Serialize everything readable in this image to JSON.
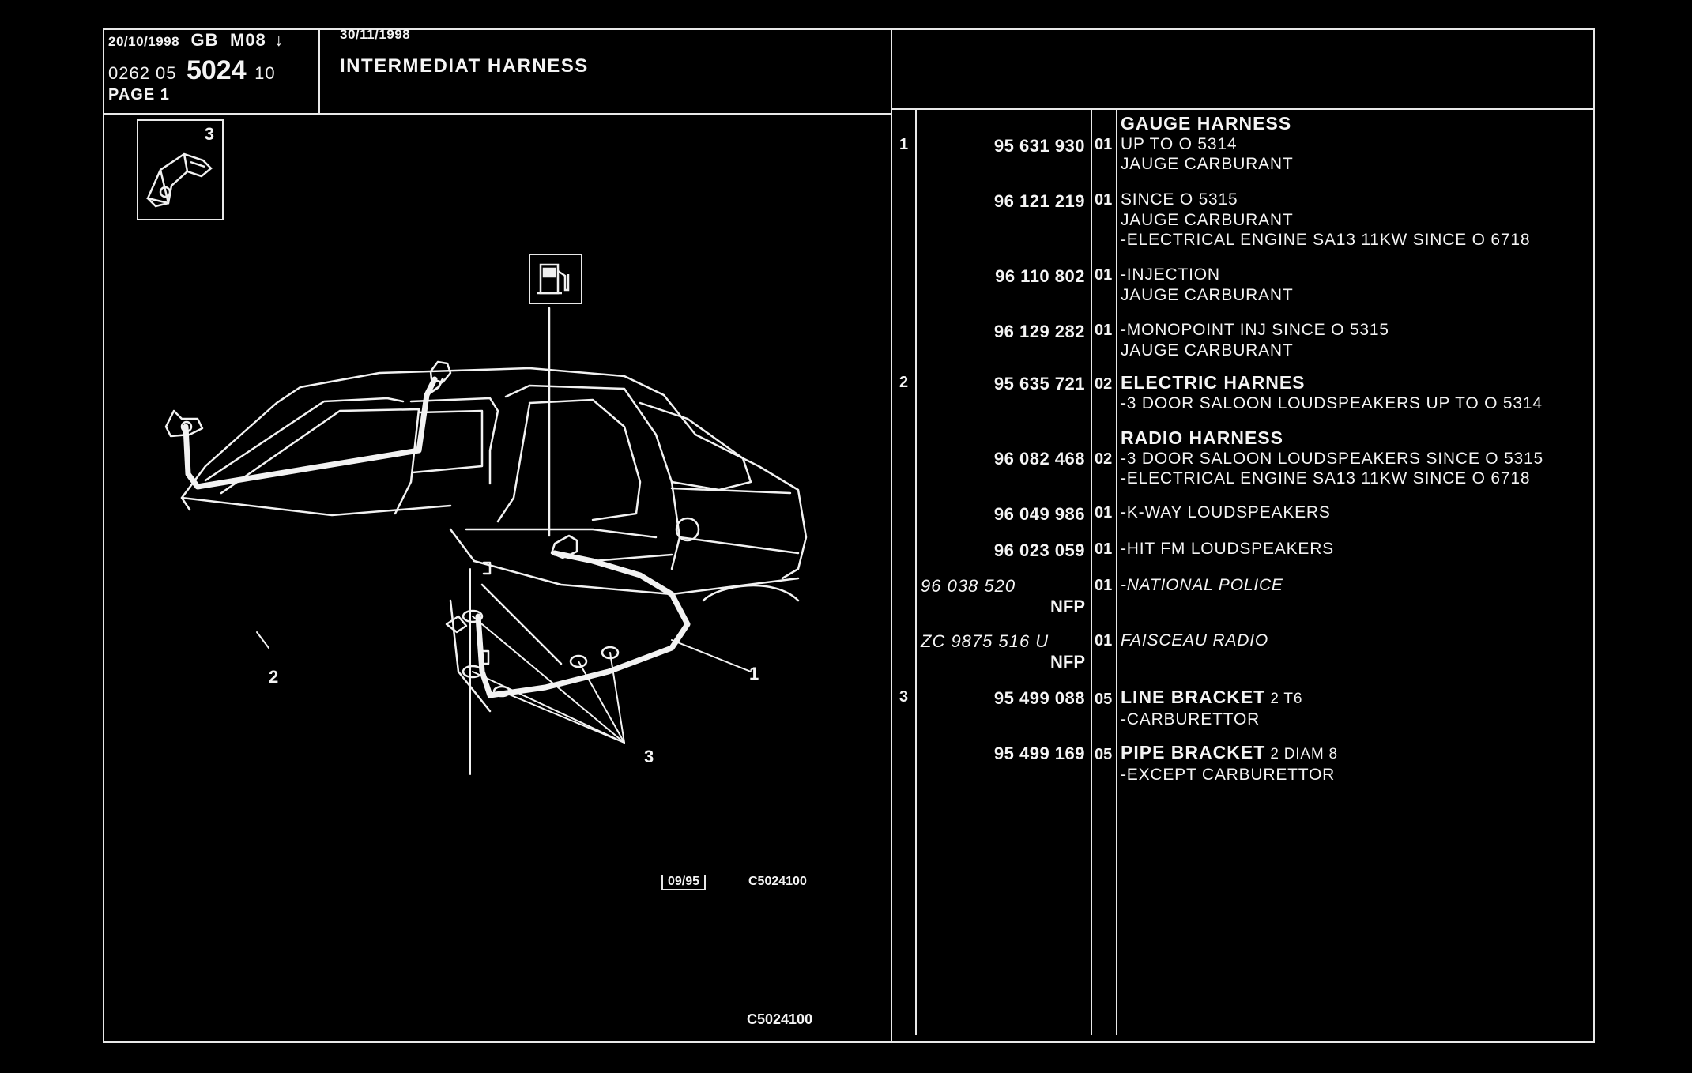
{
  "header": {
    "date": "20/10/1998",
    "lang": "GB",
    "model": "M08",
    "code_prefix": "0262 05",
    "code_main": "5024",
    "code_suffix": "10",
    "page": "PAGE 1",
    "update_date": "30/11/1998",
    "title": "INTERMEDIAT HARNESS"
  },
  "diagram": {
    "inset_number": "3",
    "callouts": [
      "1",
      "2",
      "3"
    ],
    "stamp_date": "09/95",
    "stamp_code": "C5024100",
    "bottom_code": "C5024100"
  },
  "parts": [
    {
      "ref": "1",
      "number": "95 631 930",
      "qty": "01",
      "lines": [
        {
          "t": "GAUGE HARNESS",
          "b": true
        },
        {
          "t": "UP TO O 5314"
        },
        {
          "t": "JAUGE CARBURANT"
        }
      ]
    },
    {
      "ref": "",
      "number": "96 121 219",
      "qty": "01",
      "lines": [
        {
          "t": "SINCE O 5315"
        },
        {
          "t": "JAUGE CARBURANT"
        },
        {
          "t": "-ELECTRICAL ENGINE SA13 11KW SINCE O 6718"
        }
      ]
    },
    {
      "ref": "",
      "number": "96 110 802",
      "qty": "01",
      "lines": [
        {
          "t": "-INJECTION"
        },
        {
          "t": "JAUGE CARBURANT"
        }
      ]
    },
    {
      "ref": "",
      "number": "96 129 282",
      "qty": "01",
      "lines": [
        {
          "t": "-MONOPOINT INJ SINCE O 5315"
        },
        {
          "t": "JAUGE CARBURANT"
        }
      ]
    },
    {
      "ref": "2",
      "number": "95 635 721",
      "qty": "02",
      "lines": [
        {
          "t": "ELECTRIC HARNES",
          "b": true
        },
        {
          "t": "-3 DOOR SALOON LOUDSPEAKERS UP TO O 5314"
        }
      ]
    },
    {
      "ref": "",
      "number": "96 082 468",
      "qty": "02",
      "lines": [
        {
          "t": "RADIO HARNESS",
          "b": true
        },
        {
          "t": "-3 DOOR SALOON LOUDSPEAKERS SINCE O 5315"
        },
        {
          "t": "-ELECTRICAL ENGINE SA13 11KW SINCE O 6718"
        }
      ]
    },
    {
      "ref": "",
      "number": "96 049 986",
      "qty": "01",
      "lines": [
        {
          "t": "-K-WAY LOUDSPEAKERS"
        }
      ]
    },
    {
      "ref": "",
      "number": "96 023 059",
      "qty": "01",
      "lines": [
        {
          "t": "-HIT FM LOUDSPEAKERS"
        }
      ]
    },
    {
      "ref": "",
      "number": "96 038 520",
      "nfp": "NFP",
      "italic": true,
      "qty": "01",
      "lines": [
        {
          "t": "-NATIONAL POLICE",
          "i": true
        }
      ]
    },
    {
      "ref": "",
      "number": "ZC 9875 516 U",
      "nfp": "NFP",
      "italic": true,
      "qty": "01",
      "lines": [
        {
          "t": "FAISCEAU RADIO",
          "i": true
        }
      ]
    },
    {
      "ref": "3",
      "number": "95 499 088",
      "qty": "05",
      "lines": [
        {
          "t": "LINE BRACKET",
          "b": true,
          "suffix": " 2 T6"
        },
        {
          "t": "-CARBURETTOR"
        }
      ]
    },
    {
      "ref": "",
      "number": "95 499 169",
      "qty": "05",
      "lines": [
        {
          "t": "PIPE BRACKET",
          "b": true,
          "suffix": " 2 DIAM 8"
        },
        {
          "t": "-EXCEPT CARBURETTOR"
        }
      ]
    }
  ]
}
